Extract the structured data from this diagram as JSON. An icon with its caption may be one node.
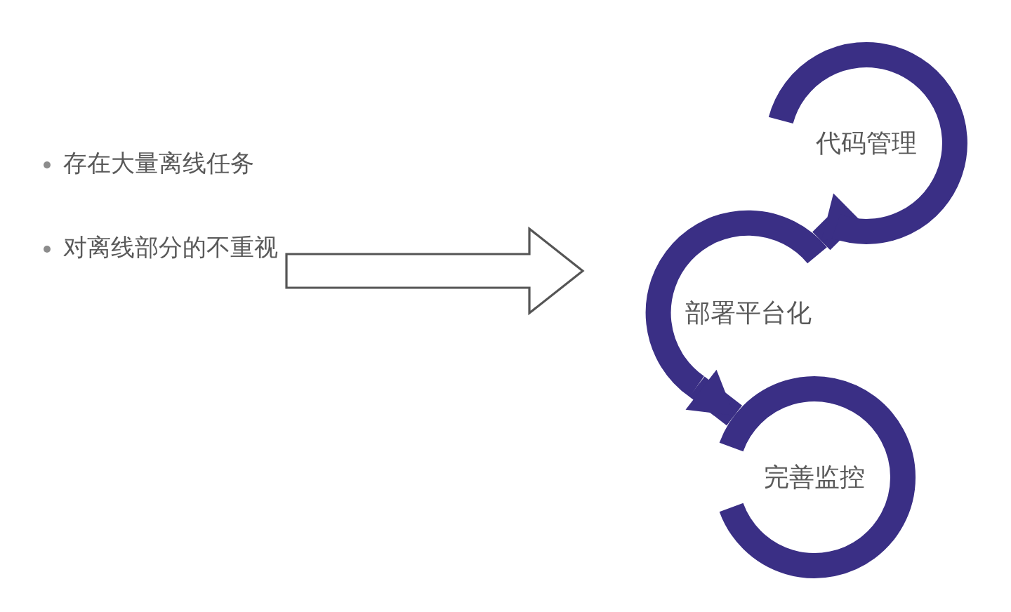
{
  "diagram": {
    "nodes": [
      {
        "text": [
          "存在大量离线任务",
          "对离线部分的不重视"
        ]
      },
      {
        "text": [
          "代码管理"
        ]
      },
      {
        "text": [
          "部署平台化"
        ]
      },
      {
        "text": [
          "完善监控"
        ]
      }
    ],
    "edges": [
      {
        "from": 0,
        "to": 2,
        "arrow": "to"
      },
      {
        "from": 1,
        "to": 2,
        "arrow": "to"
      },
      {
        "from": 2,
        "to": 3,
        "arrow": "to"
      }
    ]
  }
}
